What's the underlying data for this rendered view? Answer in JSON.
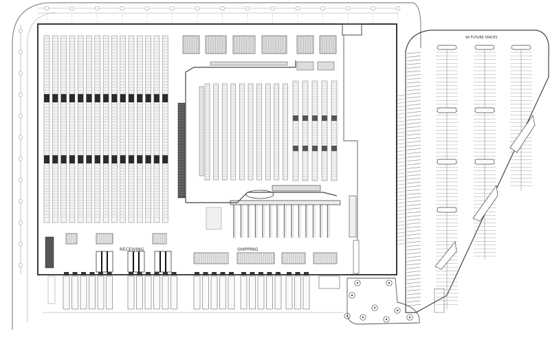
{
  "plan": {
    "parking_note": "94 FUTURE SPACES",
    "receiving_label": "RECEIVING",
    "shipping_label": "SHIPPING"
  },
  "colors": {
    "line": "#3a3a3a",
    "light_line": "#9a9a9a",
    "rack_dark": "#2a2a2a",
    "background": "#ffffff"
  }
}
